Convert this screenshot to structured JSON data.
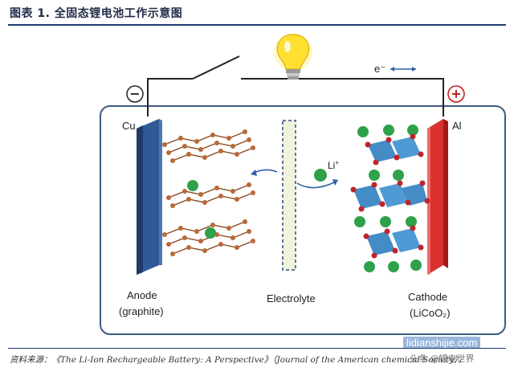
{
  "figure": {
    "title": "图表 1. 全固态锂电池工作示意图"
  },
  "diagram": {
    "anode_metal": "Cu",
    "cathode_metal": "Al",
    "negative_sign": "−",
    "positive_sign": "+",
    "electron_label": "e⁻",
    "ion_label": "Li",
    "ion_superscript": "+",
    "anode_label_line1": "Anode",
    "anode_label_line2": "(graphite)",
    "electrolyte_label": "Electrolyte",
    "cathode_label_line1": "Cathode",
    "cathode_label_line2": "(LiCoO₂)"
  },
  "colors": {
    "title": "#1f2a44",
    "anode_plate": "#2f5a95",
    "cathode_plate": "#d93030",
    "lithium_ion": "#2fa14a",
    "carbon": "#8a4a22",
    "cobalt_octahedra": "#2f7fc0",
    "oxygen": "#c0242c",
    "bulb": "#ffe030",
    "container_border": "#3d5a80"
  },
  "source": {
    "text": "资料来源：《The Li-Ion Rechargeable Battery: A Perspective》（Journal of the American chemical Society），"
  },
  "watermark": {
    "site": "lidianshijie.com",
    "account": "头条 @锂电世界"
  }
}
